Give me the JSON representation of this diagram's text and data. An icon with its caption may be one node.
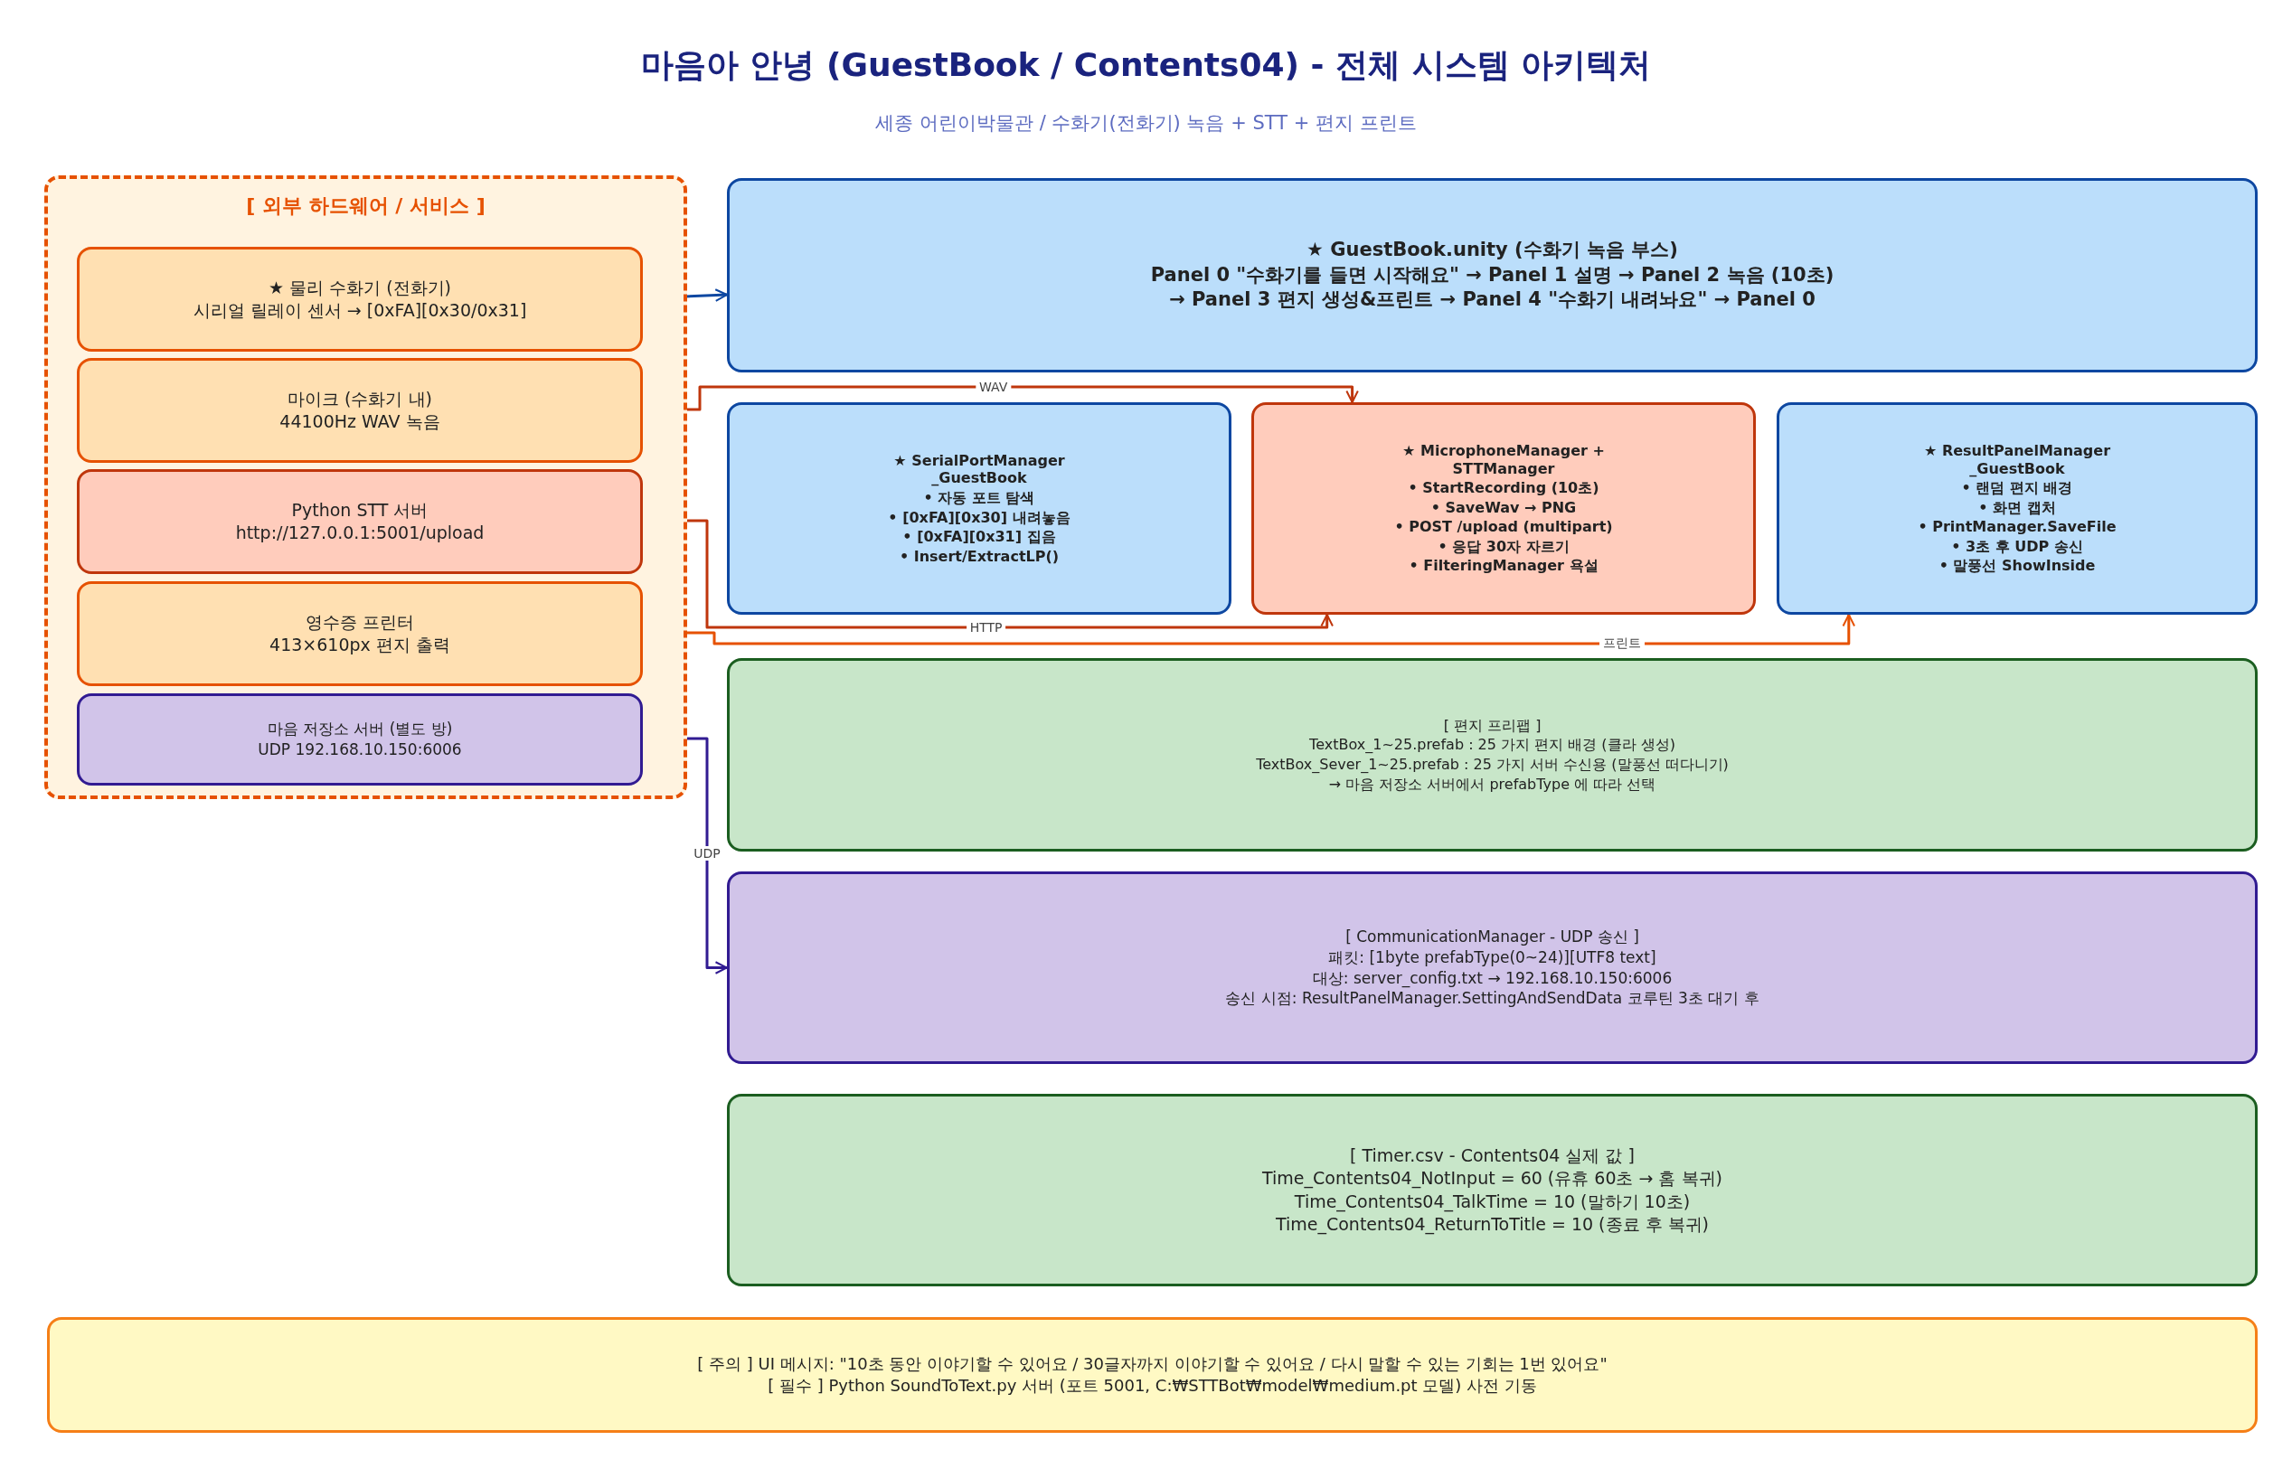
{
  "diagram": {
    "title": "마음아 안녕 (GuestBook / Contents04) - 전체 시스템 아키텍처",
    "caption": "세종 어린이박물관 / 수화기(전화기) 녹음 + STT + 편지 프린트",
    "nodes": [
      {
        "text": [
          "[ 외부 하드웨어 / 서비스 ]"
        ]
      },
      {
        "text": [
          "★ 물리 수화기 (전화기)",
          "시리얼 릴레이 센서 → [0xFA][0x30/0x31]"
        ],
        "in": 0
      },
      {
        "text": [
          "마이크 (수화기 내)",
          "44100Hz WAV 녹음"
        ],
        "in": 0
      },
      {
        "text": [
          "Python STT 서버",
          "http://127.0.0.1:5001/upload"
        ],
        "in": 0
      },
      {
        "text": [
          "영수증 프린터",
          "413×610px 편지 출력"
        ],
        "in": 0
      },
      {
        "text": [
          "마음 저장소 서버 (별도 방)",
          "UDP 192.168.10.150:6006"
        ],
        "in": 0
      },
      {
        "text": [
          "★ GuestBook.unity (수화기 녹음 부스)",
          "Panel 0 \"수화기를 들면 시작해요\" → Panel 1 설명 → Panel 2 녹음 (10초)",
          "→ Panel 3 편지 생성&프린트 → Panel 4 \"수화기 내려놔요\" → Panel 0"
        ]
      },
      {
        "text": [
          "★ SerialPortManager _GuestBook",
          "• 자동 포트 탐색",
          "• [0xFA][0x30] 내려놓음",
          "• [0xFA][0x31] 집음",
          "• Insert/ExtractLP()"
        ]
      },
      {
        "text": [
          "★ MicrophoneManager + STTManager",
          "• StartRecording (10초)",
          "• SaveWav → PNG",
          "• POST /upload (multipart)",
          "• 응답 30자 자르기",
          "• FilteringManager 욕설"
        ]
      },
      {
        "text": [
          "★ ResultPanelManager _GuestBook",
          "• 랜덤 편지 배경",
          "• 화면 캡처",
          "• PrintManager.SaveFile",
          "• 3초 후 UDP 송신",
          "• 말풍선 ShowInside"
        ]
      },
      {
        "text": [
          "[ 편지 프리팹 ]",
          "TextBox_1~25.prefab : 25 가지 편지 배경 (클라 생성)",
          "TextBox_Sever_1~25.prefab : 25 가지 서버 수신용 (말풍선 떠다니기)",
          "→ 마음 저장소 서버에서 prefabType 에 따라 선택"
        ]
      },
      {
        "text": [
          "[ CommunicationManager - UDP 송신 ]",
          "패킷: [1byte prefabType(0~24)][UTF8 text]",
          "대상: server_config.txt → 192.168.10.150:6006",
          "송신 시점: ResultPanelManager.SettingAndSendData 코루틴 3초 대기 후"
        ]
      },
      {
        "text": [
          "[ Timer.csv - Contents04 실제 값 ]",
          "Time_Contents04_NotInput = 60 (유휴 60초 → 홈 복귀)",
          "Time_Contents04_TalkTime = 10 (말하기 10초)",
          "Time_Contents04_ReturnToTitle = 10 (종료 후 복귀)"
        ]
      },
      {
        "text": [
          "[ 주의 ] UI 메시지: \"10초 동안 이야기할 수 있어요 / 30글자까지 이야기할 수 있어요 / 다시 말할 수 있는 기회는 1번 있어요\"",
          "[ 필수 ] Python SoundToText.py 서버 (포트 5001, C:₩STTBot₩model₩medium.pt 모델) 사전 기동"
        ]
      }
    ],
    "edges": [
      {
        "from": 1,
        "to": 6,
        "arrow": "to",
        "color": "#0d47a1"
      },
      {
        "from": 2,
        "to": 8,
        "arrow": "to",
        "label": "WAV",
        "color": "#bf360c"
      },
      {
        "from": 3,
        "to": 8,
        "arrow": "to",
        "label": "HTTP",
        "color": "#bf360c"
      },
      {
        "from": 4,
        "to": 9,
        "arrow": "to",
        "label": "프린트",
        "color": "#e65100"
      },
      {
        "from": 5,
        "to": 11,
        "arrow": "to",
        "label": "UDP",
        "color": "#311b92"
      }
    ]
  }
}
